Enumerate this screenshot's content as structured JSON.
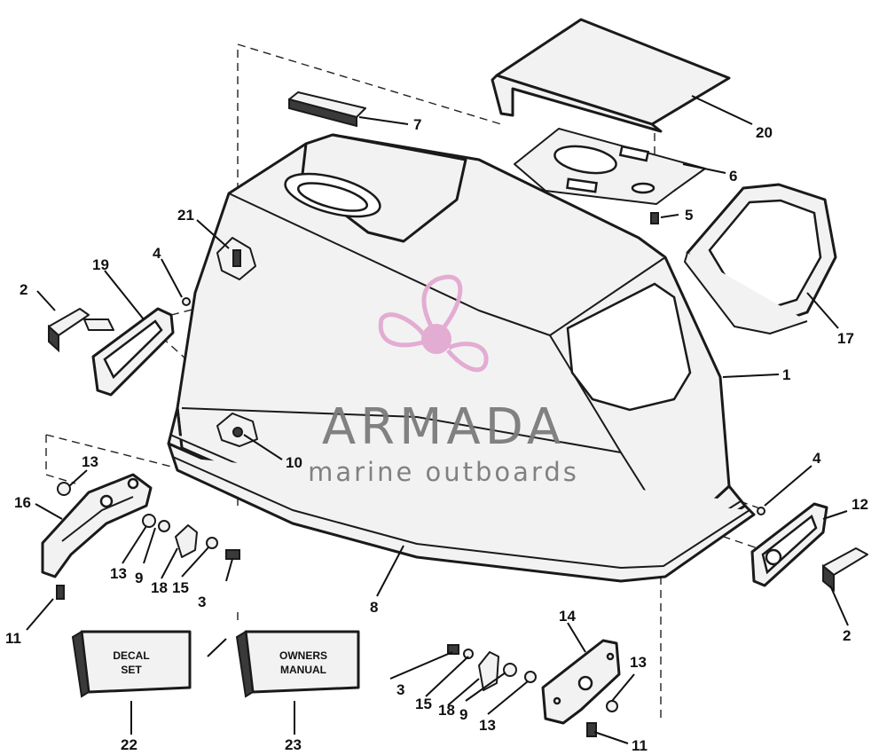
{
  "watermark": {
    "brand": "ARMADA",
    "tagline": "marine outboards",
    "logo_color": "#e3a9d2",
    "text_color": "#7b7b7b"
  },
  "boxes": {
    "decal_set": {
      "line1": "DECAL",
      "line2": "SET"
    },
    "owners_manual": {
      "line1": "OWNERS",
      "line2": "MANUAL"
    }
  },
  "callouts": {
    "c1": "1",
    "c2a": "2",
    "c2b": "2",
    "c3a": "3",
    "c3b": "3",
    "c4a": "4",
    "c4b": "4",
    "c5": "5",
    "c6": "6",
    "c7": "7",
    "c8": "8",
    "c9a": "9",
    "c9b": "9",
    "c10": "10",
    "c11a": "11",
    "c11b": "11",
    "c12": "12",
    "c13a": "13",
    "c13b": "13",
    "c13c": "13",
    "c13d": "13",
    "c14": "14",
    "c15a": "15",
    "c15b": "15",
    "c16": "16",
    "c17": "17",
    "c18a": "18",
    "c18b": "18",
    "c19": "19",
    "c20": "20",
    "c21": "21",
    "c22": "22",
    "c23": "23"
  }
}
